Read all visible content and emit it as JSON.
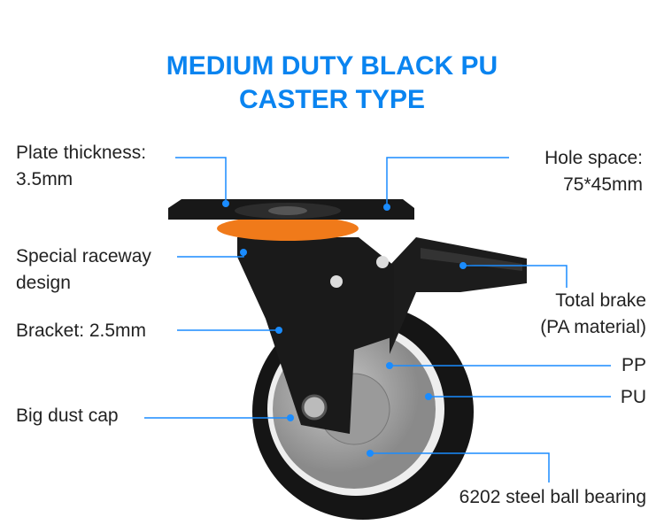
{
  "title": {
    "line1": "MEDIUM DUTY BLACK PU",
    "line2": "CASTER TYPE"
  },
  "labels": {
    "plate_thickness": {
      "line1": "Plate thickness:",
      "line2": "3.5mm"
    },
    "hole_space": {
      "line1": "Hole space:",
      "line2": "75*45mm"
    },
    "raceway": {
      "line1": "Special raceway",
      "line2": "design"
    },
    "bracket": "Bracket: 2.5mm",
    "dust_cap": "Big dust cap",
    "brake": {
      "line1": "Total brake",
      "line2": "(PA material)"
    },
    "pp": "PP",
    "pu": "PU",
    "bearing": "6202 steel ball bearing"
  },
  "colors": {
    "accent": "#0a84f0",
    "callout": "#1a8cff",
    "ring": "#f07a1a"
  }
}
